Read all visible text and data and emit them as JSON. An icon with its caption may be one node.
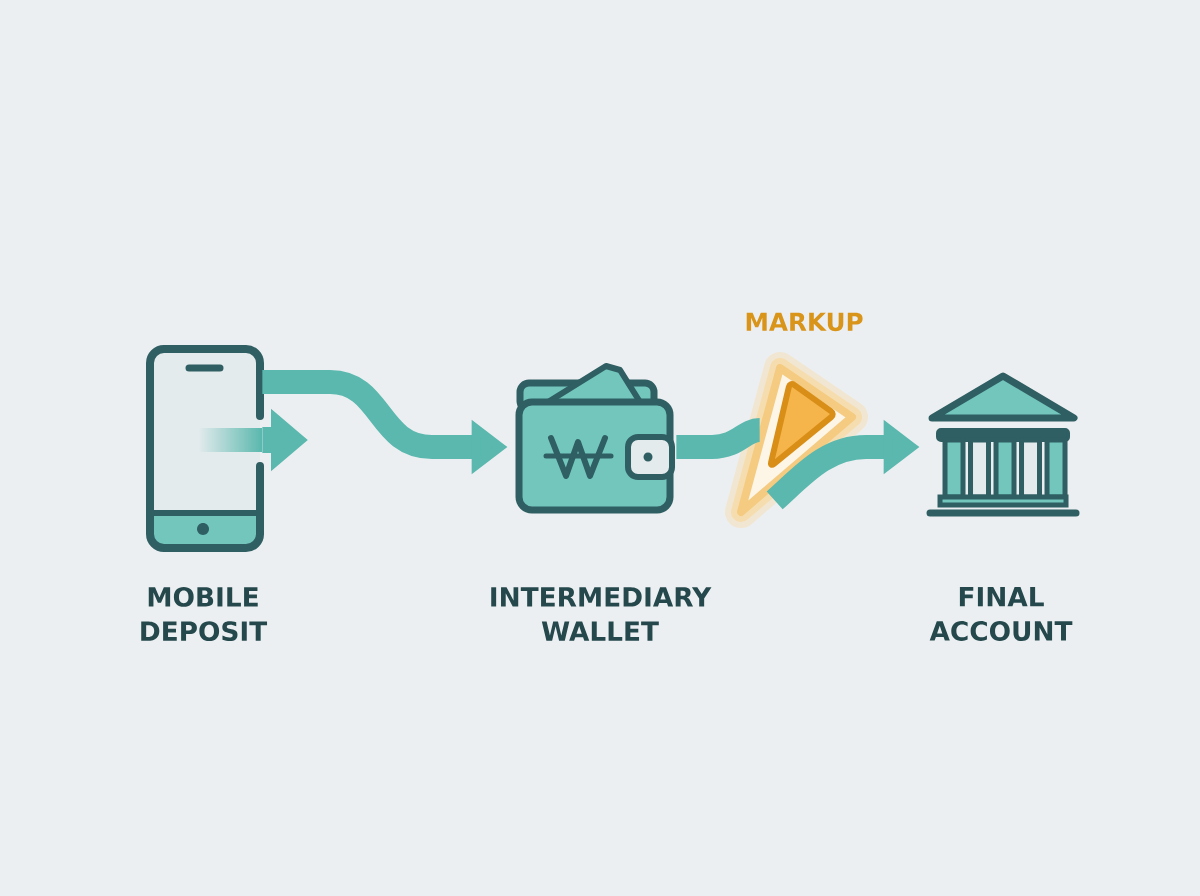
{
  "diagram": {
    "nodes": [
      {
        "text": [
          "MOBILE DEPOSIT"
        ]
      },
      {
        "text": [
          "INTERMEDIARY WALLET"
        ]
      },
      {
        "text": [
          "MARKUP"
        ]
      },
      {
        "text": [
          "FINAL ACCOUNT"
        ]
      }
    ],
    "edges": [
      {
        "from": 0,
        "to": null,
        "arrow": "to"
      },
      {
        "from": 0,
        "to": 1,
        "arrow": "to"
      },
      {
        "from": 1,
        "to": 2,
        "arrow": "none"
      },
      {
        "from": 2,
        "to": 3,
        "arrow": "to"
      }
    ]
  }
}
